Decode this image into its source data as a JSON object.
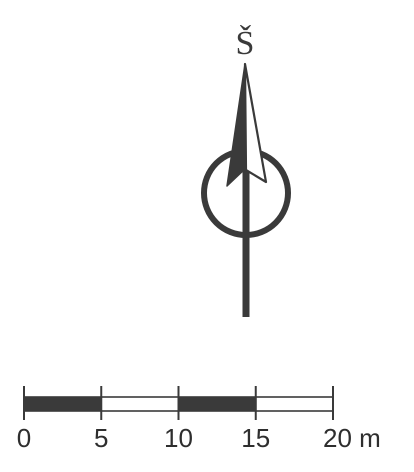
{
  "north_arrow": {
    "label": "Š"
  },
  "scale_bar": {
    "units": "m",
    "ticks": [
      {
        "value": 0,
        "label": "0"
      },
      {
        "value": 5,
        "label": "5"
      },
      {
        "value": 10,
        "label": "10"
      },
      {
        "value": 15,
        "label": "15"
      },
      {
        "value": 20,
        "label": "20 m"
      }
    ],
    "segments": [
      {
        "from": 0,
        "to": 5,
        "fill": "#3a3a3a"
      },
      {
        "from": 5,
        "to": 10,
        "fill": "#ffffff"
      },
      {
        "from": 10,
        "to": 15,
        "fill": "#3a3a3a"
      },
      {
        "from": 15,
        "to": 20,
        "fill": "#ffffff"
      }
    ]
  },
  "colors": {
    "ink": "#3a3a3a",
    "paper": "#ffffff"
  }
}
